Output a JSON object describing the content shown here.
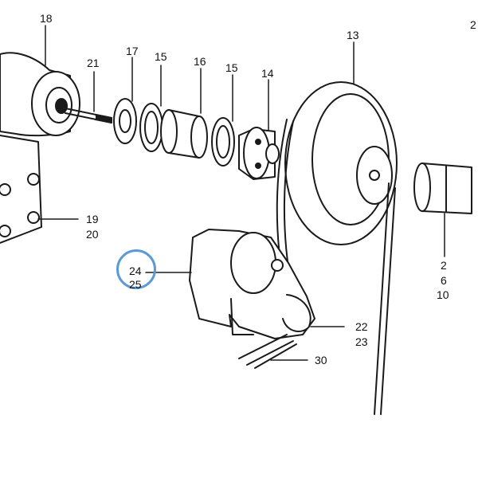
{
  "colors": {
    "line": "#1a1a1a",
    "highlight": "#5b9ad5",
    "background": "#ffffff"
  },
  "callouts": {
    "c18": "18",
    "c21": "21",
    "c17": "17",
    "c15a": "15",
    "c16": "16",
    "c15b": "15",
    "c14": "14",
    "c13": "13",
    "c2top": "2",
    "c19": "19",
    "c20": "20",
    "c24": "24",
    "c25": "25",
    "c22": "22",
    "c23": "23",
    "c30": "30",
    "c2": "2",
    "c6": "6",
    "c10": "10"
  },
  "highlighted_callout": "24"
}
